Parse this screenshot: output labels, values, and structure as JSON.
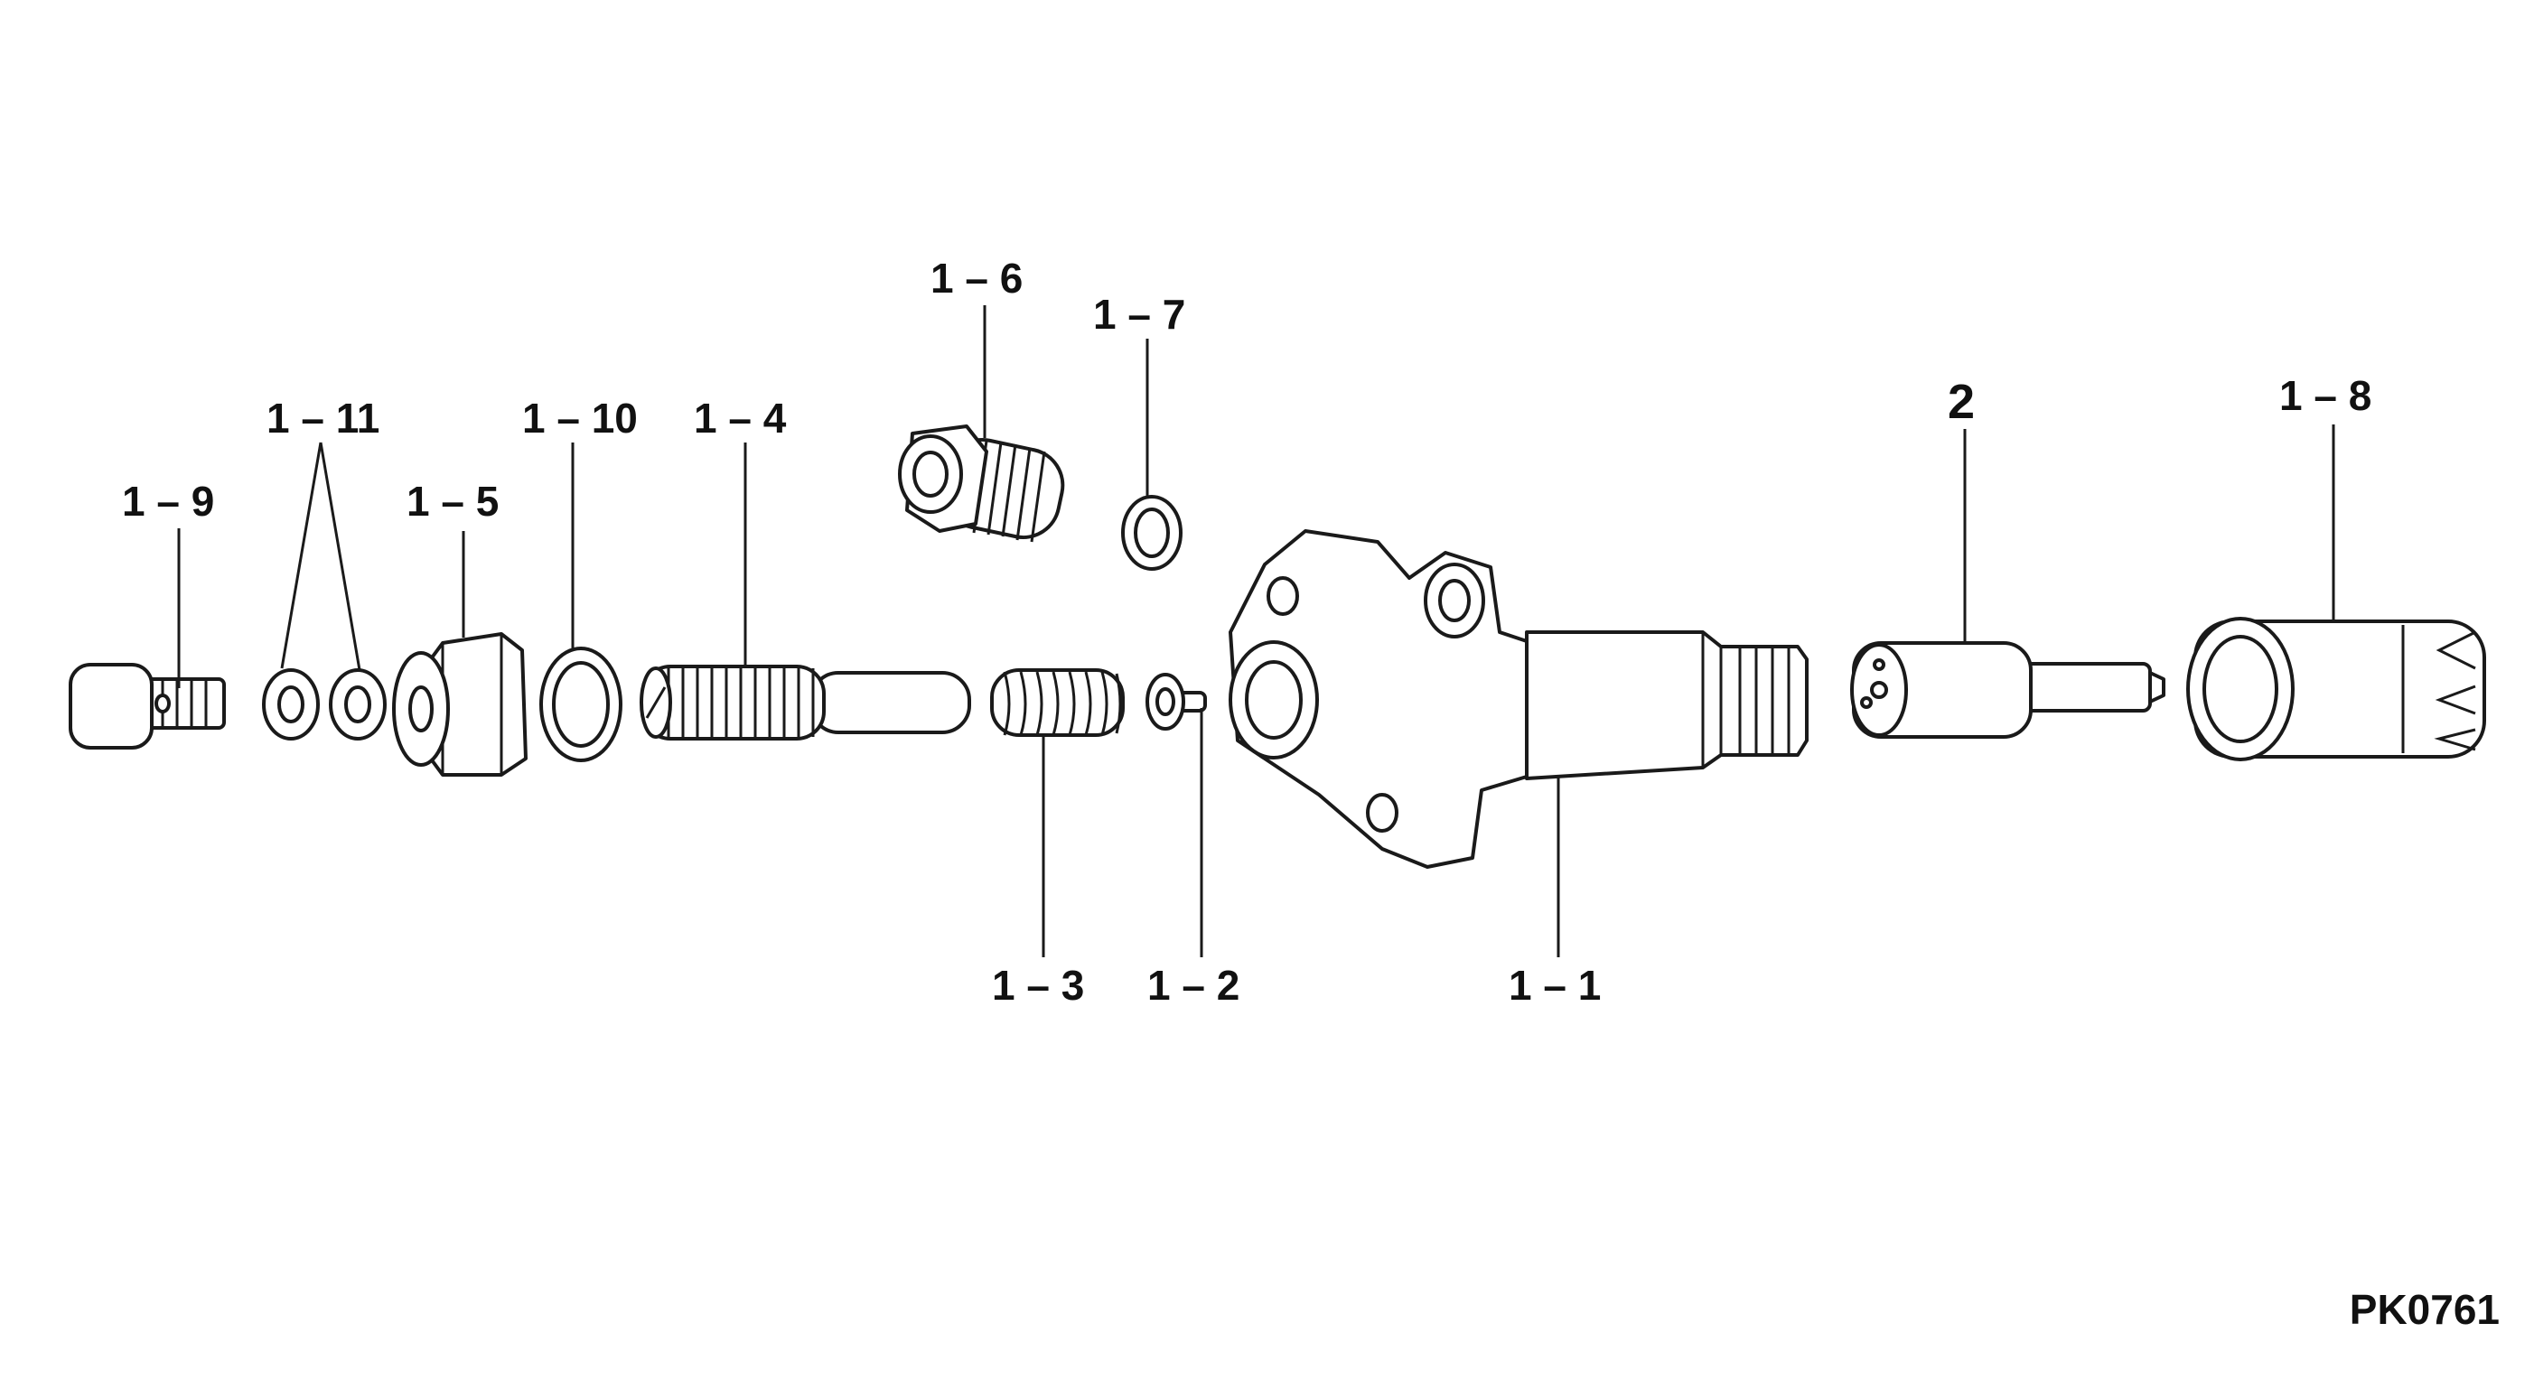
{
  "diagram": {
    "callouts": {
      "c1_9": "1 – 9",
      "c1_11": "1 – 11",
      "c1_5": "1 – 5",
      "c1_10": "1 – 10",
      "c1_4": "1 – 4",
      "c1_6": "1 – 6",
      "c1_7": "1 – 7",
      "c2": "2",
      "c1_8": "1 – 8",
      "c1_3": "1 – 3",
      "c1_2": "1 – 2",
      "c1_1": "1 – 1"
    },
    "figure_code": "PK0761"
  }
}
